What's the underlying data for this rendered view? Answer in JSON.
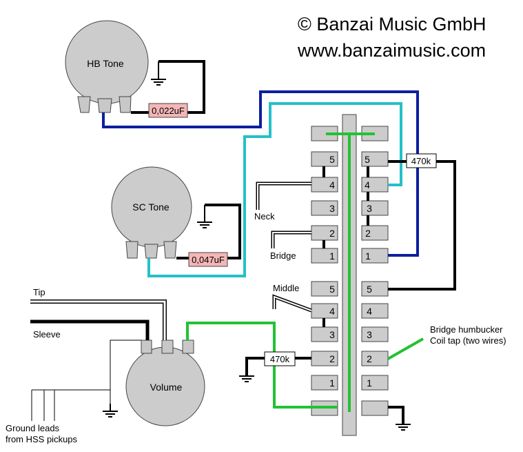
{
  "header": {
    "copyright": "©  Banzai Music GmbH",
    "url": "www.banzaimusic.com"
  },
  "pots": {
    "hb_tone": "HB Tone",
    "sc_tone": "SC Tone",
    "volume": "Volume"
  },
  "capacitors": {
    "hb": "0,022uF",
    "sc": "0,047uF"
  },
  "resistors": {
    "top": "470k",
    "bottom": "470k"
  },
  "labels": {
    "neck": "Neck",
    "bridge": "Bridge",
    "middle": "Middle",
    "tip": "Tip",
    "sleeve": "Sleeve",
    "coil_tap_line1": "Bridge humbucker",
    "coil_tap_line2": "Coil tap (two wires)",
    "ground_leads_line1": "Ground leads",
    "ground_leads_line2": "from HSS pickups"
  },
  "switch": {
    "upper_left": [
      "5",
      "4",
      "3",
      "2",
      "1"
    ],
    "upper_right": [
      "5",
      "4",
      "3",
      "2",
      "1"
    ],
    "lower_left": [
      "5",
      "4",
      "3",
      "2",
      "1"
    ],
    "lower_right": [
      "5",
      "4",
      "3",
      "2",
      "1"
    ]
  },
  "colors": {
    "pot": "#cccccc",
    "lug": "#c8c8c8",
    "capacitor": "#f4b6b6",
    "wire_blue": "#0b1fa0",
    "wire_cyan": "#25c0c8",
    "wire_green": "#22c232",
    "wire_black": "#000000",
    "switch_body": "#cccccc"
  }
}
